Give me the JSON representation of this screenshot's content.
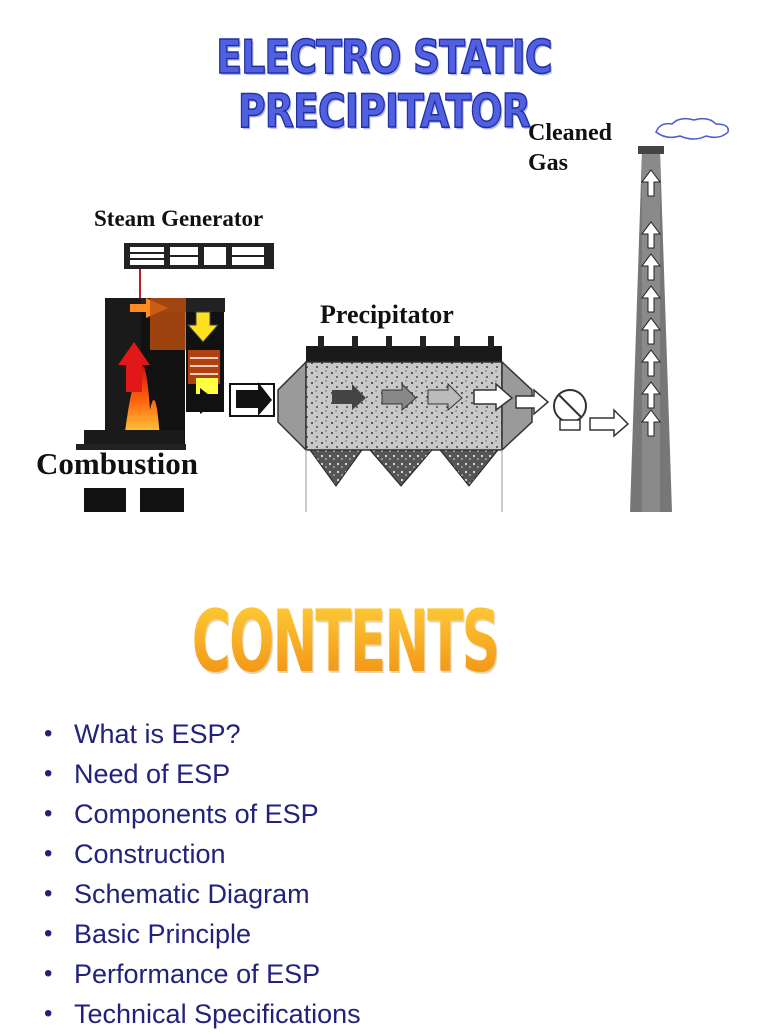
{
  "title": "ELECTRO STATIC PRECIPITATOR",
  "diagram": {
    "labels": {
      "cleaned_gas_line1": "Cleaned",
      "cleaned_gas_line2": "Gas",
      "steam_generator": "Steam Generator",
      "precipitator": "Precipitator",
      "combustion": "Combustion"
    }
  },
  "contents_heading": "CONTENTS",
  "toc": [
    "What is ESP?",
    "Need of ESP",
    "Components of ESP",
    "Construction",
    "Schematic Diagram",
    "Basic Principle",
    "Performance of ESP",
    "Technical Specifications"
  ],
  "colors": {
    "title": "#5060e0",
    "contents": "#f5a020",
    "toc_text": "#22227a"
  }
}
